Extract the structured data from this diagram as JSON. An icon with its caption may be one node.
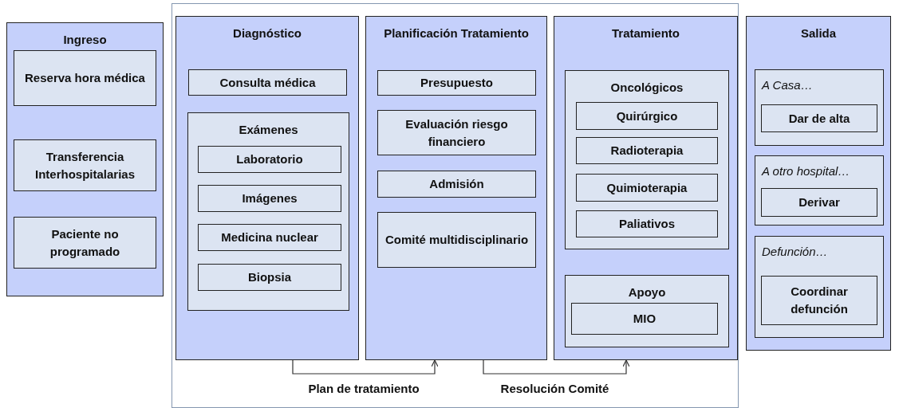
{
  "diagram": {
    "nodes": [
      {
        "text": [
          "Ingreso"
        ]
      },
      {
        "text": [
          "Reserva hora médica"
        ],
        "in": 0
      },
      {
        "text": [
          "Transferencia Interhospitalarias"
        ],
        "in": 0
      },
      {
        "text": [
          "Paciente no programado"
        ],
        "in": 0
      },
      {
        "text": [],
        "shape": "box"
      },
      {
        "text": [
          "Diagnóstico"
        ],
        "in": 4
      },
      {
        "text": [
          "Consulta médica"
        ],
        "in": 5
      },
      {
        "text": [
          "Exámenes"
        ],
        "in": 5
      },
      {
        "text": [
          "Laboratorio"
        ],
        "in": 7
      },
      {
        "text": [
          "Imágenes"
        ],
        "in": 7
      },
      {
        "text": [
          "Medicina nuclear"
        ],
        "in": 7
      },
      {
        "text": [
          "Biopsia"
        ],
        "in": 7
      },
      {
        "text": [
          "Planificación Tratamiento"
        ],
        "in": 4
      },
      {
        "text": [
          "Presupuesto"
        ],
        "in": 12
      },
      {
        "text": [
          "Evaluación riesgo financiero"
        ],
        "in": 12
      },
      {
        "text": [
          "Admisión"
        ],
        "in": 12
      },
      {
        "text": [
          "Comité multidisciplinario"
        ],
        "in": 12
      },
      {
        "text": [
          "Tratamiento"
        ],
        "in": 4
      },
      {
        "text": [
          "Oncológicos"
        ],
        "in": 17
      },
      {
        "text": [
          "Quirúrgico"
        ],
        "in": 18
      },
      {
        "text": [
          "Radioterapia"
        ],
        "in": 18
      },
      {
        "text": [
          "Quimioterapia"
        ],
        "in": 18
      },
      {
        "text": [
          "Paliativos"
        ],
        "in": 18
      },
      {
        "text": [
          "Apoyo"
        ],
        "in": 17
      },
      {
        "text": [
          "MIO"
        ],
        "in": 23
      },
      {
        "text": [
          "Salida"
        ]
      },
      {
        "text": [
          "A Casa…"
        ],
        "in": 25
      },
      {
        "text": [
          "Dar de alta"
        ],
        "in": 26
      },
      {
        "text": [
          "A otro hospital…"
        ],
        "in": 25
      },
      {
        "text": [
          "Derivar"
        ],
        "in": 28
      },
      {
        "text": [
          "Defunción…"
        ],
        "in": 25
      },
      {
        "text": [
          "Coordinar defunción"
        ],
        "in": 30
      }
    ],
    "edges": [
      {
        "from": 5,
        "to": 12,
        "arrow": "to",
        "label": "Plan de tratamiento"
      },
      {
        "from": 12,
        "to": 17,
        "arrow": "to",
        "label": "Resolución Comité"
      }
    ]
  }
}
